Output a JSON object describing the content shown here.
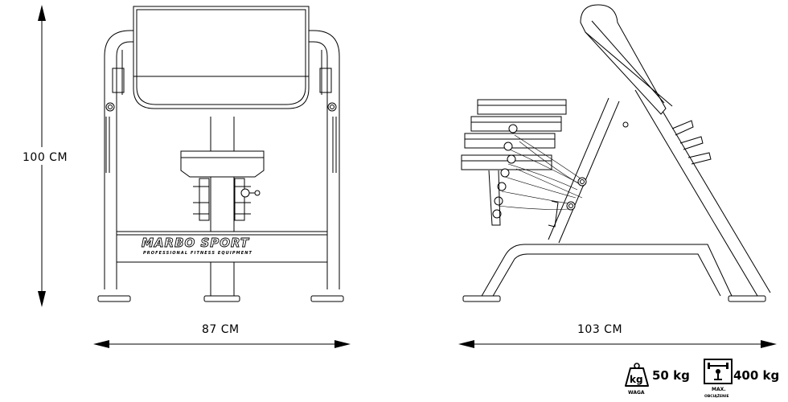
{
  "dimensions": {
    "height": "100 CM",
    "width": "87 CM",
    "depth": "103 CM"
  },
  "brand": {
    "name": "MARBO SPORT",
    "tagline": "PROFESSIONAL FITNESS EQUIPMENT"
  },
  "specs": {
    "weight_icon_label": "kg",
    "weight_value": "50 kg",
    "weight_caption": "WAGA",
    "max_load_value": "400 kg",
    "max_load_caption_line1": "MAX.",
    "max_load_caption_line2": "OBCIĄŻENIE"
  }
}
